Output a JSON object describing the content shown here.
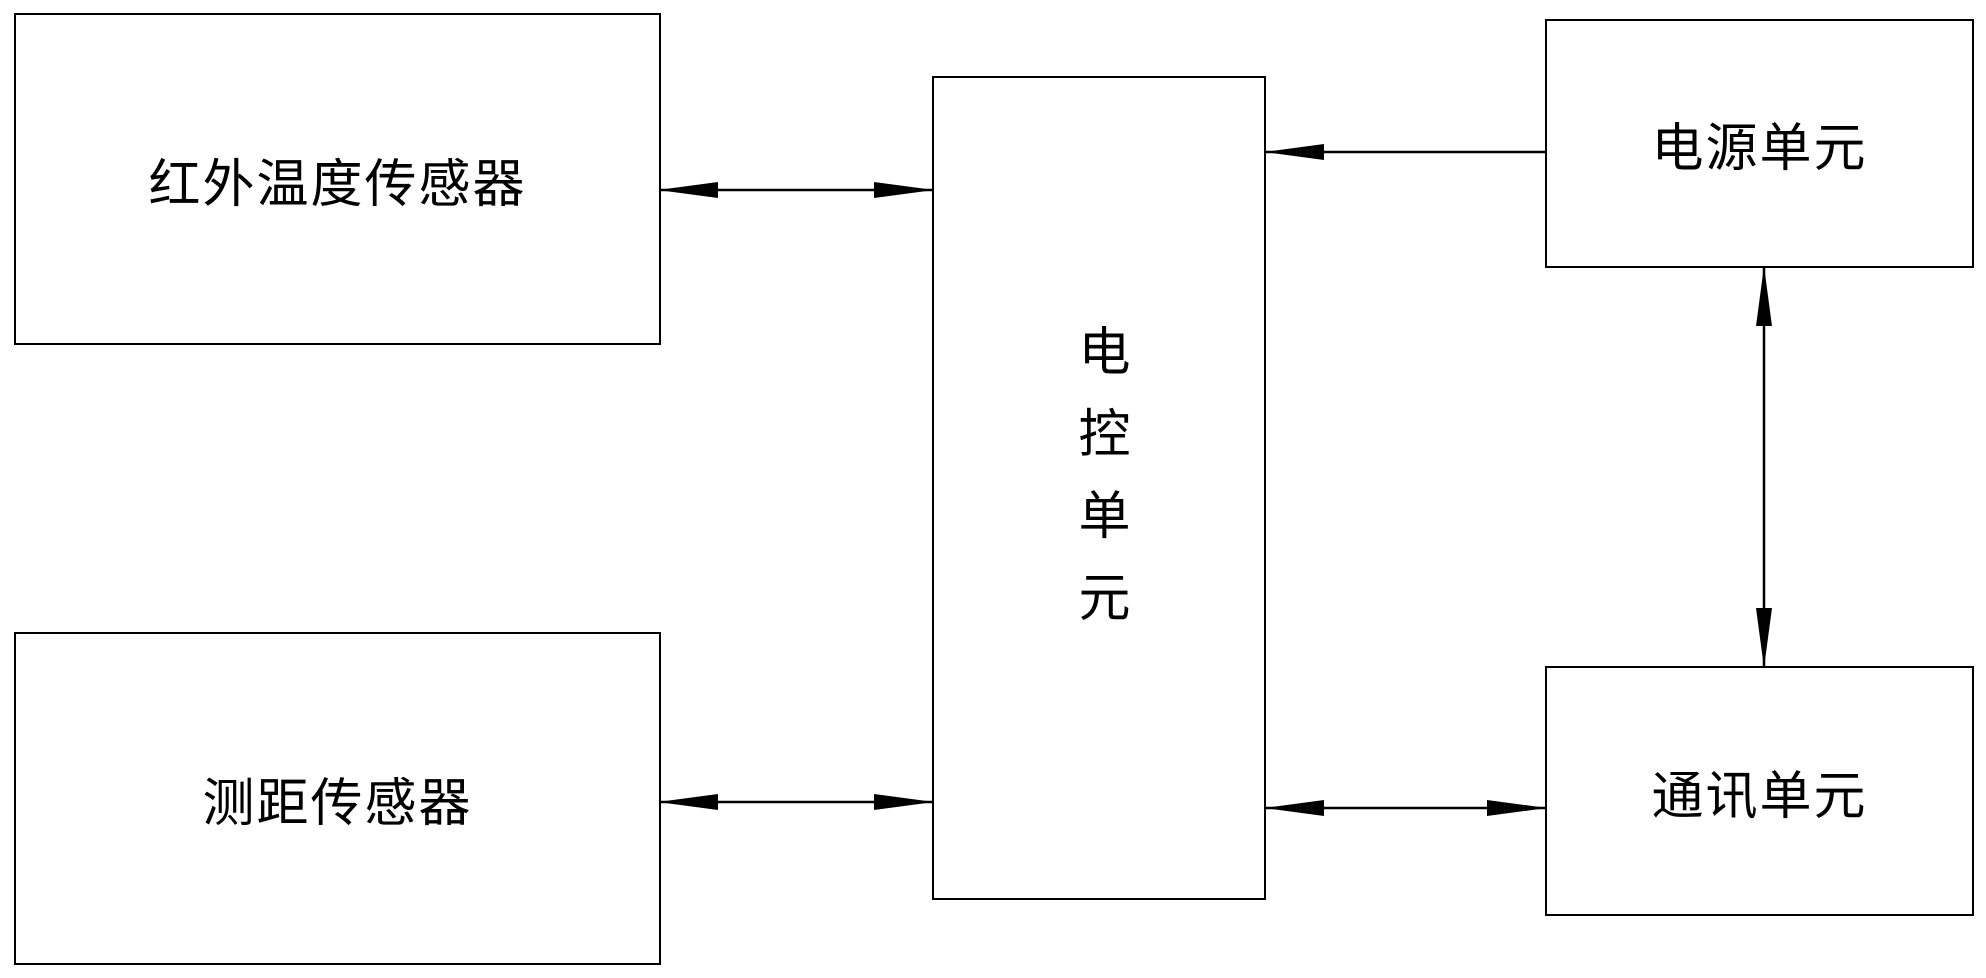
{
  "diagram": {
    "nodes": {
      "infrared_sensor": "红外温度传感器",
      "distance_sensor": "测距传感器",
      "control_unit": "电控单元",
      "power_unit": "电源单元",
      "comm_unit": "通讯单元"
    },
    "edges": [
      {
        "from": "infrared_sensor",
        "to": "control_unit",
        "direction": "bidirectional"
      },
      {
        "from": "distance_sensor",
        "to": "control_unit",
        "direction": "bidirectional"
      },
      {
        "from": "power_unit",
        "to": "control_unit",
        "direction": "one-way"
      },
      {
        "from": "comm_unit",
        "to": "control_unit",
        "direction": "bidirectional"
      },
      {
        "from": "power_unit",
        "to": "comm_unit",
        "direction": "bidirectional"
      }
    ]
  }
}
